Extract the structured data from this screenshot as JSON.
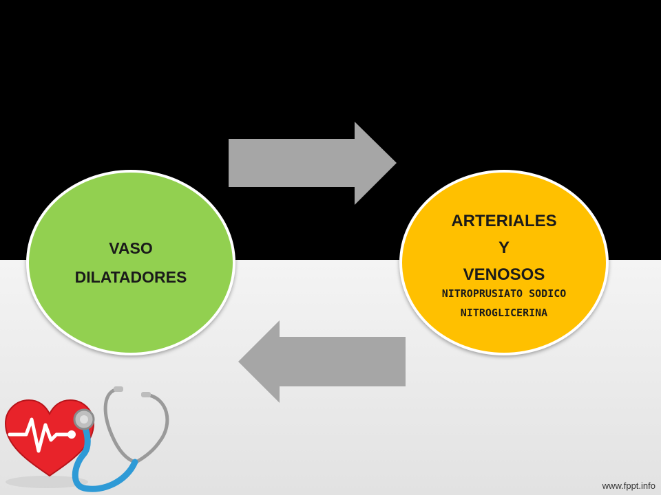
{
  "diagram": {
    "left_node": {
      "line1": "VASO",
      "line2": "DILATADORES",
      "color": "#92d050"
    },
    "right_node": {
      "line1": "ARTERIALES",
      "line2": "Y",
      "line3": "VENOSOS",
      "drug1": "NITROPRUSIATO SODICO",
      "drug2": "NITROGLICERINA",
      "color": "#ffc000"
    },
    "arrow_color": "#a6a6a6"
  },
  "illustration": {
    "icons": [
      "heart-icon",
      "stethoscope-icon"
    ]
  },
  "footer": {
    "url": "www.fppt.info"
  }
}
